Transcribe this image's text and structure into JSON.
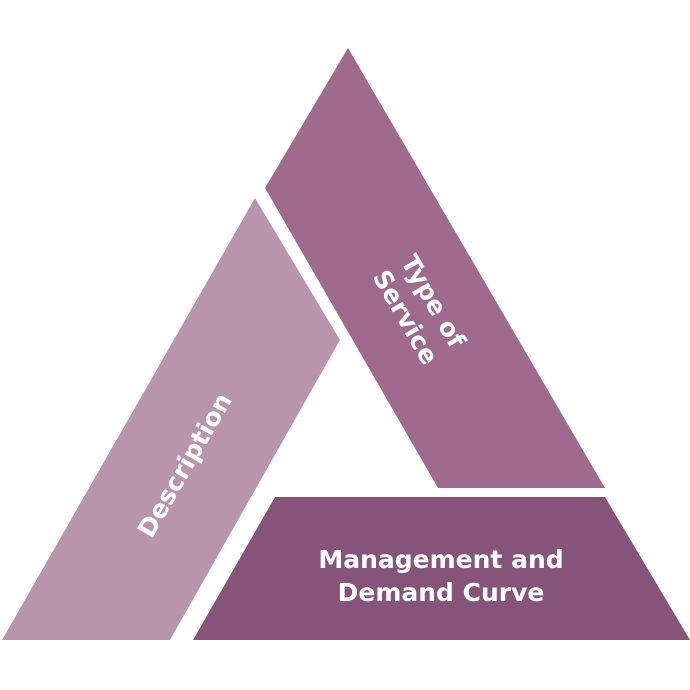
{
  "segments": {
    "left": {
      "label": "Description",
      "color": "#b994ad"
    },
    "right": {
      "label_line1": "Type of",
      "label_line2": "Service",
      "color": "#9f6a8d"
    },
    "bottom": {
      "label_line1": "Management and",
      "label_line2": "Demand Curve",
      "color": "#86547a"
    }
  },
  "label_color": "#ffffff",
  "background": "#ffffff"
}
